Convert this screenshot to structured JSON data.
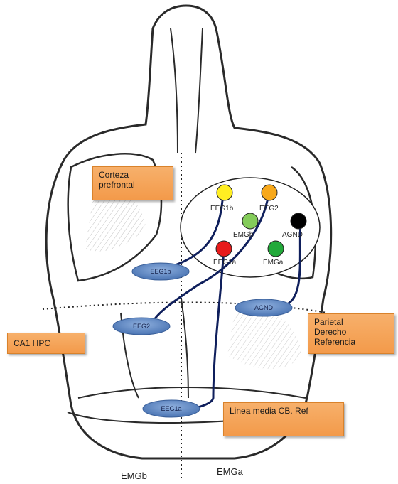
{
  "regions": {
    "prefrontal": "Corteza\nprefrontal",
    "ca1": "CA1 HPC",
    "parietal": "Parietal\nDerecho\nReferencia",
    "midline": "Linea media CB. Ref"
  },
  "connector": {
    "pins": [
      {
        "label": "EEG1b",
        "color": "#ffee22"
      },
      {
        "label": "EEG2",
        "color": "#f7a81b"
      },
      {
        "label": "EMGb",
        "color": "#84cc5a"
      },
      {
        "label": "AGND",
        "color": "#000000"
      },
      {
        "label": "EEG1a",
        "color": "#e81b1b"
      },
      {
        "label": "EMGa",
        "color": "#22a93a"
      }
    ]
  },
  "electrodes": [
    "EEG1b",
    "EEG2",
    "AGND",
    "EEG1a"
  ],
  "bottom": {
    "left": "EMGb",
    "right": "EMGa"
  },
  "colors": {
    "wire": "#0f1f5c",
    "electrode": "#5b85c4",
    "box": "#f39a4a"
  }
}
